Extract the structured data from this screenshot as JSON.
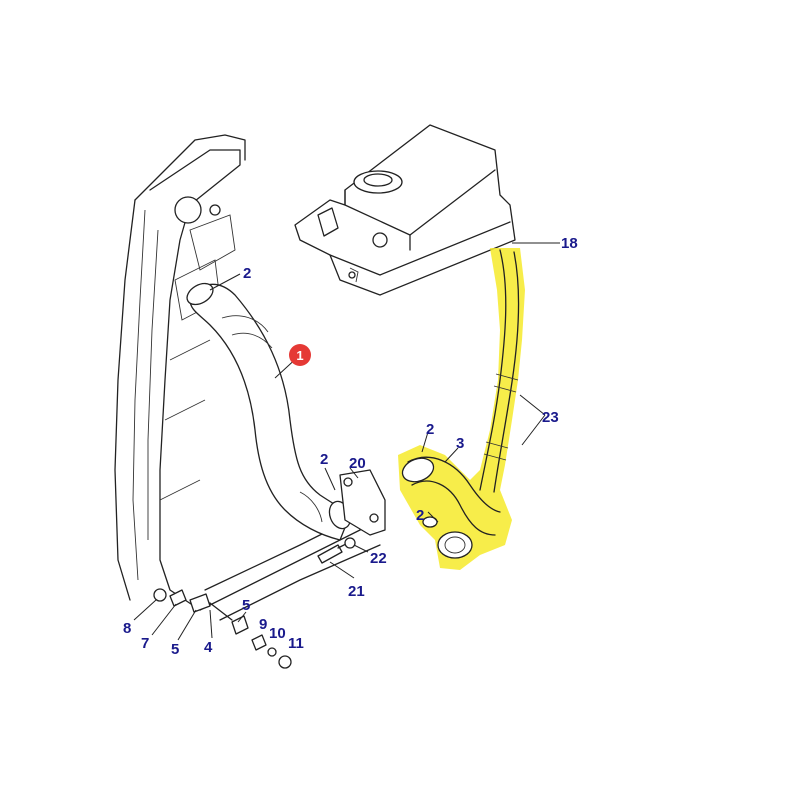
{
  "diagram": {
    "callout_color": "#1a1a8c",
    "highlight_color": "#f6ea2a",
    "badge_color": "#e53935",
    "badge": {
      "label": "1"
    },
    "callouts": {
      "c2a": "2",
      "c2b": "2",
      "c2c": "2",
      "c2d": "2",
      "c3": "3",
      "c4": "4",
      "c5a": "5",
      "c5b": "5",
      "c7": "7",
      "c8": "8",
      "c9": "9",
      "c10": "10",
      "c11": "11",
      "c18": "18",
      "c20": "20",
      "c21": "21",
      "c22": "22",
      "c23": "23"
    }
  }
}
